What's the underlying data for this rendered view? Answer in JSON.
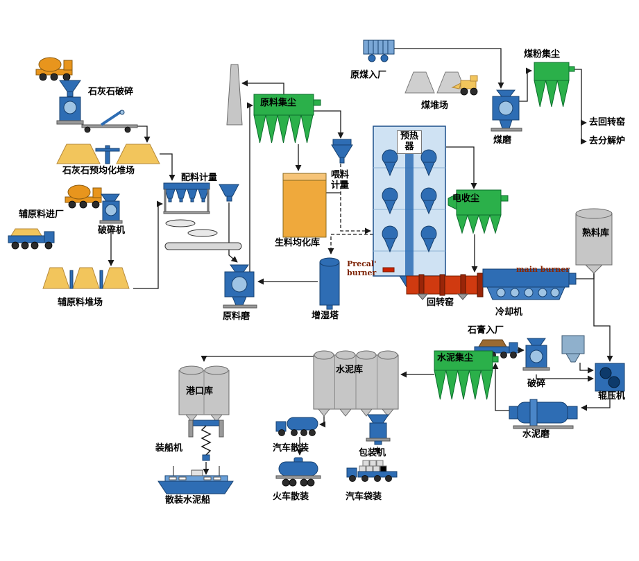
{
  "labels": {
    "limestone_crushing": "石灰石破碎",
    "limestone_preblending_yard": "石灰石预均化堆场",
    "batching_metering": "配料计量",
    "raw_material_dust_collector": "原料集尘",
    "aux_material_inbound": "辅原料进厂",
    "aux_crusher": "破碎机",
    "aux_material_yard": "辅原料堆场",
    "raw_mill": "原料磨",
    "raw_meal_silo": "生料均化库",
    "feed_metering": "喂料计量",
    "preheater": "预热器",
    "precalciner_burner": "Precal' burner",
    "humidifying_tower": "增湿塔",
    "raw_coal_inbound": "原煤入厂",
    "coal_yard": "煤堆场",
    "coal_dust_collector": "煤粉集尘",
    "coal_mill": "煤磨",
    "to_rotary_kiln": "去回转窑",
    "to_calciner": "去分解炉",
    "esp": "电收尘",
    "clinker_silo": "熟料库",
    "rotary_kiln": "回转窑",
    "main_burner": "main burner",
    "cooler": "冷却机",
    "gypsum_inbound": "石膏入厂",
    "cement_dust_collector": "水泥集尘",
    "gypsum_crushing": "破碎",
    "roller_press": "辊压机",
    "cement_mill": "水泥磨",
    "cement_silo": "水泥库",
    "port_silo": "港口库",
    "ship_loader": "装船机",
    "bulk_cement_ship": "散装水泥船",
    "truck_bulk_loading": "汽车散装",
    "packing_machine": "包装机",
    "train_bulk_loading": "火车散装",
    "truck_bag_loading": "汽车袋装"
  },
  "colors": {
    "equipment_blue": "#2e6db4",
    "dust_collector_green": "#2bb04a",
    "silo_gray": "#c6c6c6",
    "stockpile_yellow": "#f2c55c",
    "kiln_red": "#d03a10",
    "raw_meal_silo_orange": "#efa93c",
    "truck_orange": "#e8951d",
    "line_black": "#1a1a1a"
  }
}
